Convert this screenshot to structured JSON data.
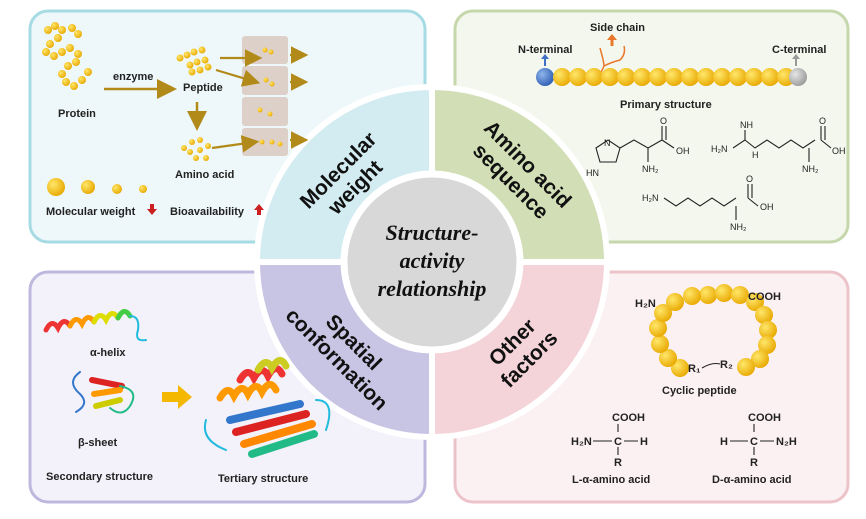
{
  "center": {
    "line1": "Structure-",
    "line2": "activity",
    "line3": "relationship"
  },
  "ring_labels": {
    "molecular_weight": [
      "Molecular",
      "weight"
    ],
    "amino_acid_sequence": [
      "Amino acid",
      "sequence"
    ],
    "spatial_conformation": [
      "Spatial",
      "conformation"
    ],
    "other_factors": [
      "Other",
      "factors"
    ]
  },
  "panel_molecular_weight": {
    "protein": "Protein",
    "enzyme": "enzyme",
    "peptide": "Peptide",
    "amino_acid": "Amino acid",
    "molecular_weight": "Molecular weight",
    "bioavailability": "Bioavailability"
  },
  "panel_sequence": {
    "side_chain": "Side chain",
    "n_terminal": "N-terminal",
    "c_terminal": "C-terminal",
    "primary_structure": "Primary structure",
    "chem": {
      "oh": "OH",
      "nh2": "NH₂",
      "hn": "HN",
      "n": "N",
      "nh": "NH",
      "h2n": "H₂N",
      "h": "H",
      "o": "O"
    }
  },
  "panel_conformation": {
    "alpha_helix": "α-helix",
    "beta_sheet": "β-sheet",
    "secondary_structure": "Secondary structure",
    "tertiary_structure": "Tertiary structure"
  },
  "panel_other": {
    "h2n": "H₂N",
    "cooh": "COOH",
    "r1": "R₁",
    "r2": "R₂",
    "cyclic_peptide": "Cyclic peptide",
    "l_h2n": "H₂N",
    "c": "C",
    "h": "H",
    "r": "R",
    "l_label": "L-α-amino acid",
    "d_n2h": "N₂H",
    "d_label": "D-α-amino acid"
  },
  "colors": {
    "gold": "#f2bb16",
    "arrow": "#b28a1a",
    "red_arrow": "#cc1f1f"
  }
}
